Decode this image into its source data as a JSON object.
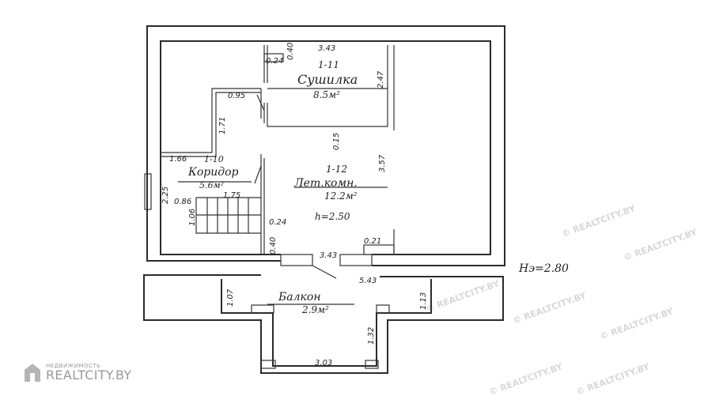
{
  "rooms": {
    "drying": {
      "number": "1-11",
      "name": "Сушилка",
      "area": "8.5м²"
    },
    "corridor": {
      "number": "1-10",
      "name": "Коридор",
      "area": "5.6м²"
    },
    "summer_room": {
      "number": "1-12",
      "name": "Лет.комн.",
      "area": "12.2м²",
      "height": "h=2.50"
    },
    "balcony": {
      "name": "Балкон",
      "area": "2.9м²"
    }
  },
  "floor_height": "Hэ=2.80",
  "dimensions": {
    "d343_top": "3.43",
    "d040_top": "0.40",
    "d024_top": "0.24",
    "d247": "2.47",
    "d095": "0.95",
    "d171": "1.71",
    "d015": "0.15",
    "d357": "3.57",
    "d166": "1.66",
    "d225": "2.25",
    "d086": "0.86",
    "d175": "1.75",
    "d106": "1.06",
    "d024_mid": "0.24",
    "d040_mid": "0.40",
    "d021": "0.21",
    "d343_bottom": "3.43",
    "d543": "5.43",
    "d107": "1.07",
    "d113": "1.13",
    "d132": "1.32",
    "d303": "3.03"
  },
  "watermark": {
    "small": "НЕДВИЖИМОСТЬ",
    "big": "REALTCITY.BY",
    "repeat": "© REALTCITY.BY"
  }
}
